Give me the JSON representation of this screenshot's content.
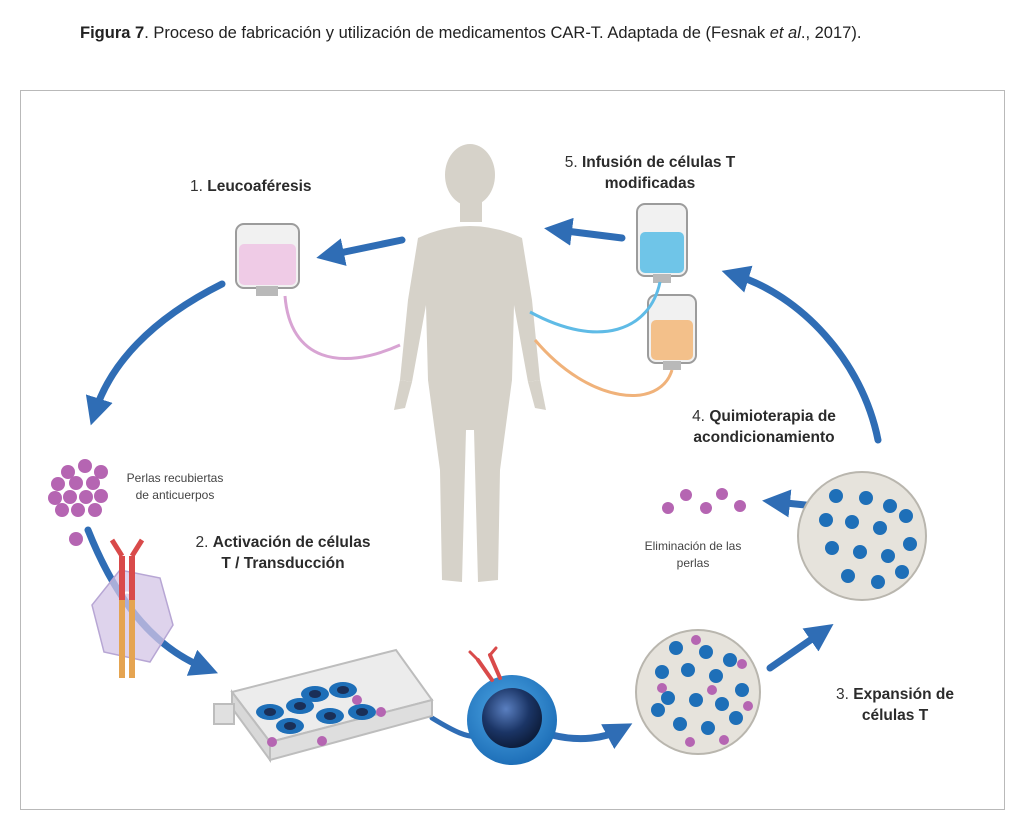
{
  "caption": {
    "figure_label": "Figura 7",
    "text_a": ". Proceso de fabricación y utilización de medicamentos CAR-T. Adaptada de (Fesnak ",
    "italic": "et al",
    "text_b": "., 2017)."
  },
  "steps": {
    "s1_num": "1.",
    "s1_title": "Leucoaféresis",
    "s2_num": "2.",
    "s2_title_l1": "Activación de células",
    "s2_title_l2": "T / Transducción",
    "s3_num": "3.",
    "s3_title_l1": "Expansión de",
    "s3_title_l2": "células T",
    "s4_num": "4.",
    "s4_title_l1": "Quimioterapia de",
    "s4_title_l2": "acondicionamiento",
    "s5_num": "5.",
    "s5_title_l1": "Infusión de células T",
    "s5_title_l2": "modificadas"
  },
  "notes": {
    "beads_l1": "Perlas recubiertas",
    "beads_l2": "de anticuerpos",
    "removal_l1": "Eliminación de las",
    "removal_l2": "perlas"
  },
  "colors": {
    "arrow": "#2f6db5",
    "body": "#d6d2c9",
    "bead": "#b565b2",
    "tcell_outer": "#2a7fc6",
    "tcell_core": "#1a2f57",
    "receptor": "#d94a4a",
    "bag_pink": "#efcbe6",
    "bag_blue": "#6fc5e8",
    "bag_orange": "#f3c08a"
  }
}
